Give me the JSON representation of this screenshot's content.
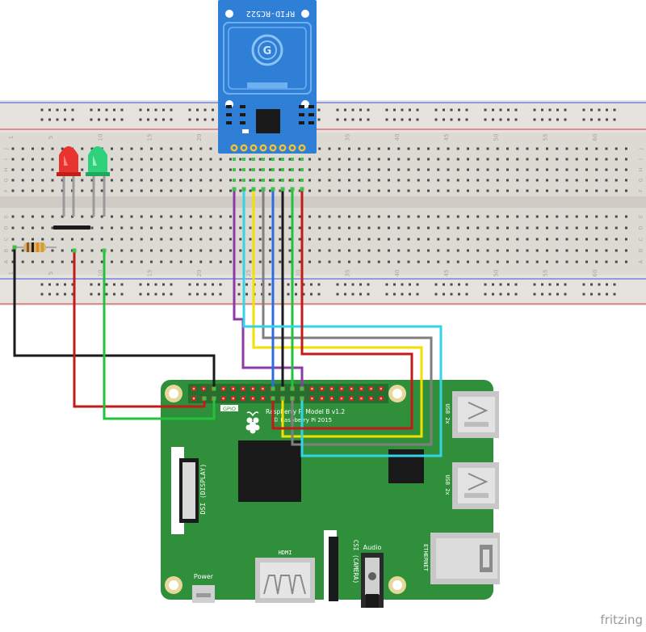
{
  "rfid_module": {
    "label": "RFID-RC522",
    "pin_count": 8,
    "color": "#2f7fd6"
  },
  "breadboard": {
    "column_numbers": [
      "1",
      "5",
      "10",
      "15",
      "20",
      "25",
      "30",
      "35",
      "40",
      "45",
      "50",
      "55",
      "60"
    ],
    "row_letters_top": [
      "J",
      "I",
      "H",
      "G",
      "F"
    ],
    "row_letters_bottom": [
      "E",
      "D",
      "C",
      "B",
      "A"
    ],
    "rail_colors": {
      "negative": "#3b57d9",
      "positive": "#d03a3a"
    }
  },
  "leds": [
    {
      "name": "red-led",
      "color": "#e8332e"
    },
    {
      "name": "green-led",
      "color": "#2fd27a"
    }
  ],
  "resistor": {
    "bands": [
      "#8a5a2b",
      "#1c1c1c",
      "#e08a1e",
      "#d4a017"
    ]
  },
  "wires": {
    "colors": {
      "black": "#1a1a1a",
      "red": "#c31a1a",
      "green": "#23c23d",
      "purple": "#8d3aa8",
      "yellow": "#f3e000",
      "gray": "#7f7f7f",
      "blue": "#2d6be0",
      "cyan": "#33d4e6",
      "pcb_green": "#2f8f3a"
    }
  },
  "raspberry_pi": {
    "board_color": "#2f8f3a",
    "model_line1": "Raspberry Pi Model B v1.2",
    "model_line2": "© Raspberry Pi 2015",
    "gpio_label": "GPIO",
    "dsi_label": "DSI (DISPLAY)",
    "csi_label": "CSI (CAMERA)",
    "hdmi_label": "HDMI",
    "audio_label": "Audio",
    "power_label": "Power",
    "ethernet_label": "ETHERNET",
    "usb_label_1": "USB 2x",
    "usb_label_2": "USB 2x"
  },
  "watermark": "fritzing"
}
